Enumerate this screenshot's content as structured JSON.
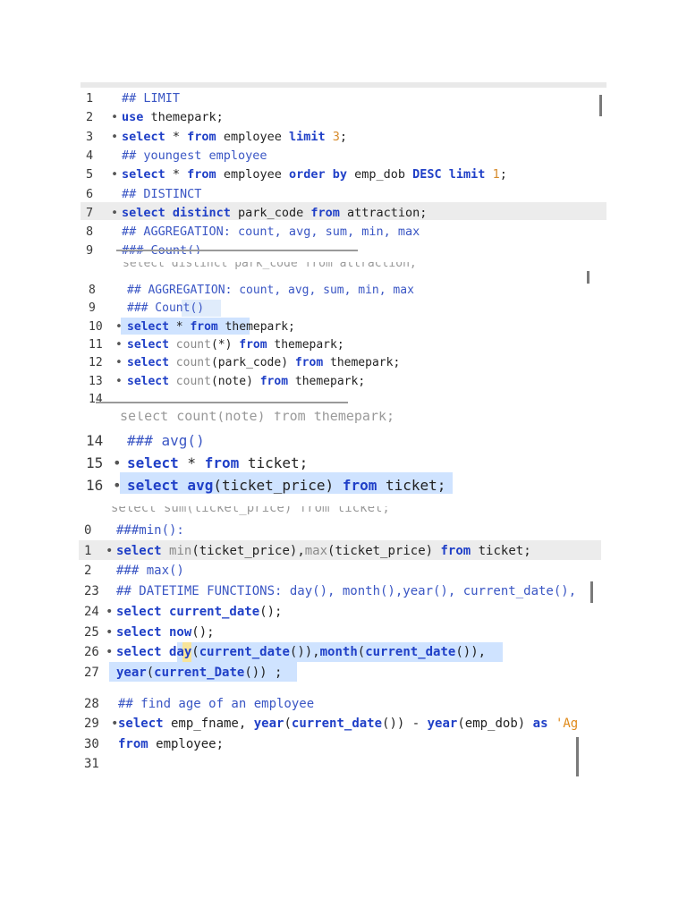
{
  "panel1": {
    "lines": [
      {
        "num": "1",
        "dot": false,
        "tokens": [
          [
            "cm",
            "## LIMIT"
          ]
        ]
      },
      {
        "num": "2",
        "dot": true,
        "tokens": [
          [
            "kw",
            "use"
          ],
          [
            "tx",
            " themepark;"
          ]
        ]
      },
      {
        "num": "3",
        "dot": true,
        "tokens": [
          [
            "kw",
            "select"
          ],
          [
            "tx",
            " * "
          ],
          [
            "kw",
            "from"
          ],
          [
            "tx",
            " employee "
          ],
          [
            "kw",
            "limit"
          ],
          [
            "tx",
            " "
          ],
          [
            "nb",
            "3"
          ],
          [
            "tx",
            ";"
          ]
        ]
      },
      {
        "num": "4",
        "dot": false,
        "tokens": [
          [
            "cm",
            "## youngest employee"
          ]
        ]
      },
      {
        "num": "5",
        "dot": true,
        "tokens": [
          [
            "kw",
            "select"
          ],
          [
            "tx",
            " * "
          ],
          [
            "kw",
            "from"
          ],
          [
            "tx",
            " employee "
          ],
          [
            "kw",
            "order by"
          ],
          [
            "tx",
            " emp_dob "
          ],
          [
            "kw",
            "DESC limit"
          ],
          [
            "tx",
            " "
          ],
          [
            "nb",
            "1"
          ],
          [
            "tx",
            ";"
          ]
        ]
      },
      {
        "num": "6",
        "dot": false,
        "tokens": [
          [
            "cm",
            "## DISTINCT"
          ]
        ]
      },
      {
        "num": "7",
        "dot": true,
        "tokens": [
          [
            "kw",
            "select distinct"
          ],
          [
            "tx",
            " park_code "
          ],
          [
            "kw",
            "from"
          ],
          [
            "tx",
            " attraction;"
          ]
        ]
      },
      {
        "num": "8",
        "dot": false,
        "tokens": [
          [
            "cm",
            "## AGGREGATION: count, avg, sum, min, max"
          ]
        ]
      },
      {
        "num": "9",
        "dot": false,
        "tokens": [
          [
            "cm",
            "### Count()"
          ]
        ]
      }
    ]
  },
  "panel2": {
    "ghost": "select distinct park_code from attraction;",
    "lines": [
      {
        "num": "8",
        "dot": false,
        "tokens": [
          [
            "cm",
            "## AGGREGATION: count, avg, sum, min, max"
          ]
        ]
      },
      {
        "num": "9",
        "dot": false,
        "tokens": [
          [
            "cm",
            "### Count()"
          ]
        ]
      },
      {
        "num": "10",
        "dot": true,
        "tokens": [
          [
            "kw",
            "select"
          ],
          [
            "tx",
            " * "
          ],
          [
            "kw",
            "from"
          ],
          [
            "tx",
            " themepark;"
          ]
        ]
      },
      {
        "num": "11",
        "dot": true,
        "tokens": [
          [
            "kw",
            "select"
          ],
          [
            "tx",
            " "
          ],
          [
            "fn",
            "count"
          ],
          [
            "tx",
            "(*) "
          ],
          [
            "kw",
            "from"
          ],
          [
            "tx",
            " themepark;"
          ]
        ]
      },
      {
        "num": "12",
        "dot": true,
        "tokens": [
          [
            "kw",
            "select"
          ],
          [
            "tx",
            " "
          ],
          [
            "fn",
            "count"
          ],
          [
            "tx",
            "(park_code) "
          ],
          [
            "kw",
            "from"
          ],
          [
            "tx",
            " themepark;"
          ]
        ]
      },
      {
        "num": "13",
        "dot": true,
        "tokens": [
          [
            "kw",
            "select"
          ],
          [
            "tx",
            " "
          ],
          [
            "fn",
            "count"
          ],
          [
            "tx",
            "(note) "
          ],
          [
            "kw",
            "from"
          ],
          [
            "tx",
            " themepark;"
          ]
        ]
      },
      {
        "num": "14",
        "dot": false,
        "tokens": []
      }
    ]
  },
  "panel3": {
    "ghost": "select count(note) from themepark;",
    "lines": [
      {
        "num": "14",
        "dot": false,
        "tokens": [
          [
            "cm",
            "### avg()"
          ]
        ]
      },
      {
        "num": "15",
        "dot": true,
        "tokens": [
          [
            "kw",
            "select"
          ],
          [
            "tx",
            " * "
          ],
          [
            "kw",
            "from"
          ],
          [
            "tx",
            " ticket;"
          ]
        ]
      },
      {
        "num": "16",
        "dot": true,
        "tokens": [
          [
            "kw",
            "select avg"
          ],
          [
            "tx",
            "(ticket_price) "
          ],
          [
            "kw",
            "from"
          ],
          [
            "tx",
            " ticket;"
          ]
        ]
      }
    ]
  },
  "panel4": {
    "ghost": "select sum(ticket_price) from ticket;",
    "lines": [
      {
        "num": "0",
        "dot": false,
        "tokens": [
          [
            "cm",
            "###min():"
          ]
        ]
      },
      {
        "num": "1",
        "dot": true,
        "tokens": [
          [
            "kw",
            "select"
          ],
          [
            "tx",
            " "
          ],
          [
            "fn",
            "min"
          ],
          [
            "tx",
            "(ticket_price),"
          ],
          [
            "fn",
            "max"
          ],
          [
            "tx",
            "(ticket_price) "
          ],
          [
            "kw",
            "from"
          ],
          [
            "tx",
            " ticket;"
          ]
        ]
      },
      {
        "num": "2",
        "dot": false,
        "tokens": [
          [
            "cm",
            "### max()"
          ]
        ]
      },
      {
        "num": "23",
        "dot": false,
        "tokens": [
          [
            "cm",
            "## DATETIME FUNCTIONS: day(), month(),year(), current_date(),"
          ]
        ]
      },
      {
        "num": "24",
        "dot": true,
        "tokens": [
          [
            "kw",
            "select current_date"
          ],
          [
            "tx",
            "();"
          ]
        ]
      },
      {
        "num": "25",
        "dot": true,
        "tokens": [
          [
            "kw",
            "select now"
          ],
          [
            "tx",
            "();"
          ]
        ]
      },
      {
        "num": "26",
        "dot": true,
        "tokens": [
          [
            "kw",
            "select day"
          ],
          [
            "tx",
            "("
          ],
          [
            "kw",
            "current_date"
          ],
          [
            "tx",
            "()),"
          ],
          [
            "kw",
            "month"
          ],
          [
            "tx",
            "("
          ],
          [
            "kw",
            "current_date"
          ],
          [
            "tx",
            "()),"
          ]
        ]
      },
      {
        "num": "27",
        "dot": false,
        "tokens": [
          [
            "kw",
            "year"
          ],
          [
            "tx",
            "("
          ],
          [
            "kw",
            "current_Date"
          ],
          [
            "tx",
            "()) ;"
          ]
        ]
      }
    ]
  },
  "panel5": {
    "lines": [
      {
        "num": "28",
        "dot": false,
        "tokens": [
          [
            "cm",
            "## find age of an employee"
          ]
        ]
      },
      {
        "num": "29",
        "dot": true,
        "tokens": [
          [
            "kw",
            "select"
          ],
          [
            "tx",
            " emp_fname, "
          ],
          [
            "kw",
            "year"
          ],
          [
            "tx",
            "("
          ],
          [
            "kw",
            "current_date"
          ],
          [
            "tx",
            "()) - "
          ],
          [
            "kw",
            "year"
          ],
          [
            "tx",
            "(emp_dob) "
          ],
          [
            "kw",
            "as"
          ],
          [
            "tx",
            " "
          ],
          [
            "str",
            "'Ag"
          ]
        ]
      },
      {
        "num": "30",
        "dot": false,
        "tokens": [
          [
            "kw",
            "from"
          ],
          [
            "tx",
            " employee;"
          ]
        ]
      },
      {
        "num": "31",
        "dot": false,
        "tokens": []
      }
    ]
  }
}
